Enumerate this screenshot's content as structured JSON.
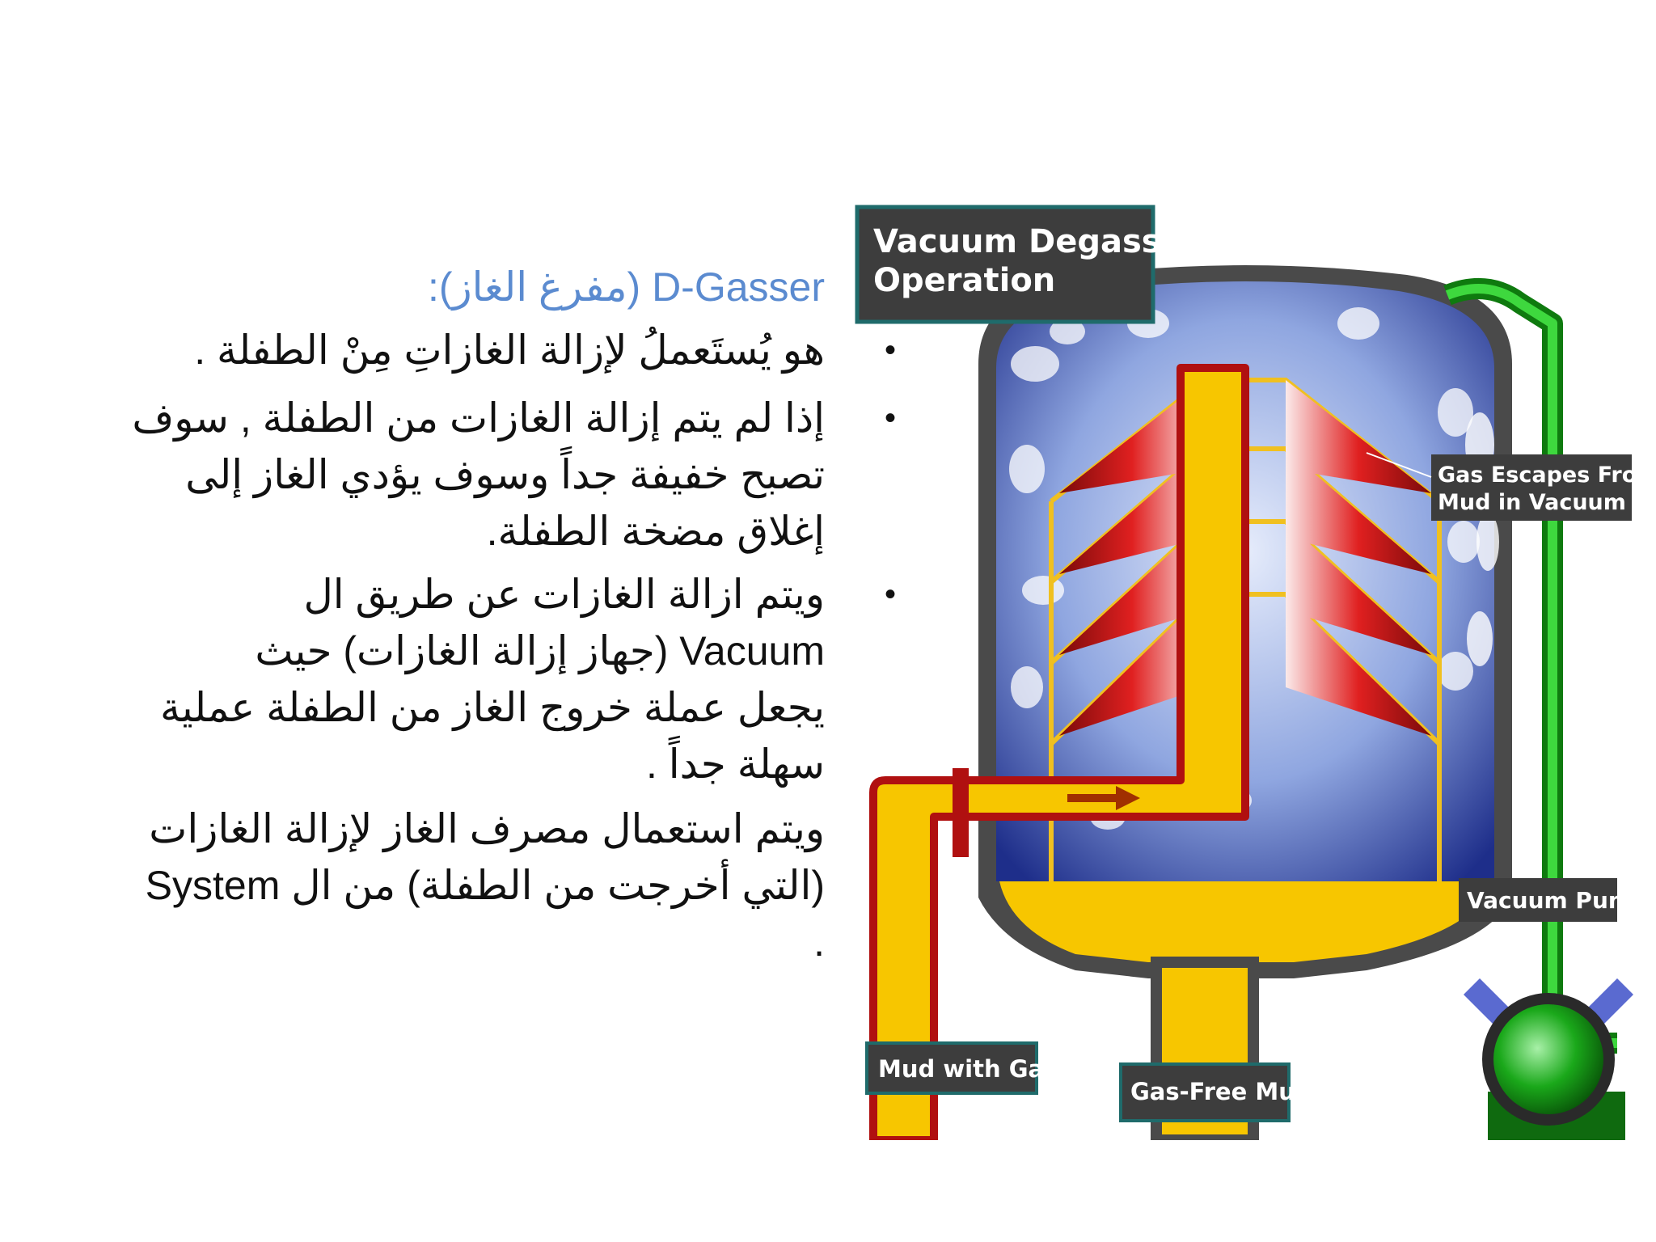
{
  "bullets": [
    {
      "lines": [
        "D-Gasser (مفرغ الغاز):"
      ],
      "style": "title"
    },
    {
      "lines": [
        "هو يُستَعملُ لإزالة الغازاتِ مِنْ الطفلة ."
      ],
      "style": "body"
    },
    {
      "lines": [
        "إذا لم يتم إزالة الغازات من الطفلة , سوف",
        "تصبح خفيفة جداً وسوف يؤدي الغاز إلى",
        "إغلاق مضخة الطفلة."
      ],
      "style": "body"
    },
    {
      "lines": [
        "ويتم ازالة الغازات عن طريق ال",
        "Vacuum (جهاز إزالة الغازات) حيث",
        "يجعل عملة خروج الغاز من الطفلة عملية",
        "سهلة جداً ."
      ],
      "style": "body"
    },
    {
      "lines": [
        "ويتم استعمال مصرف الغاز لإزالة الغازات",
        "(التي أخرجت من الطفلة) من ال System",
        "."
      ],
      "style": "body"
    }
  ],
  "bullet_symbol": "•",
  "diagram": {
    "title_lines": [
      "Vacuum Degasser",
      "Operation"
    ],
    "gas_escape_lines": [
      "Gas Escapes From",
      "Mud in Vacuum"
    ],
    "vacuum_pump": "Vacuum Pump",
    "mud_with_gas": "Mud with Gas",
    "gas_free_mud": "Gas-Free Mud"
  },
  "colors": {
    "title_blue": "#5b8bd0",
    "label_bg": "#3d3d3d",
    "label_border": "#1f6b6b",
    "vessel_shell": "#4a4a4a",
    "vessel_glass": "#8fa6e0",
    "mud_yellow": "#f7c600",
    "pipe_red": "#b01010",
    "vacuum_green": "#1aa81a",
    "baffle_red": "#c81818"
  }
}
